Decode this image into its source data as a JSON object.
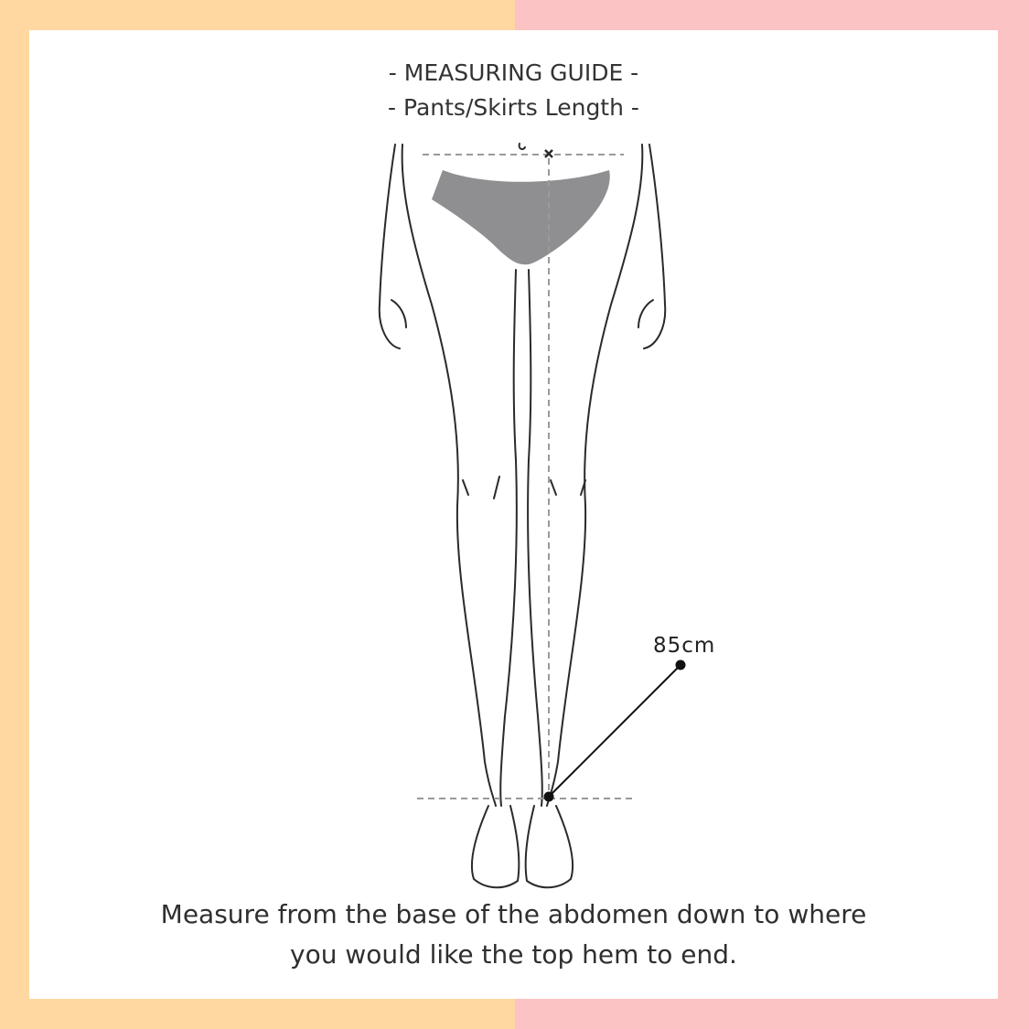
{
  "colors": {
    "left_background": "#FED7A1",
    "right_background": "#FCC3C4",
    "card": "#FFFFFF",
    "underwear_fill": "#8F8F91",
    "outline": "#2A2A2A",
    "guide_line": "#9A9A9A"
  },
  "header": {
    "title": "- MEASURING GUIDE -",
    "subtitle": "- Pants/Skirts Length -"
  },
  "diagram": {
    "measurement_label": "85cm",
    "icons": [
      "body-outline-icon",
      "underwear-icon",
      "measuring-line",
      "pointer-icon"
    ]
  },
  "caption": {
    "line1": "Measure from the base of the abdomen down to where",
    "line2": "you would like the top hem to end."
  }
}
